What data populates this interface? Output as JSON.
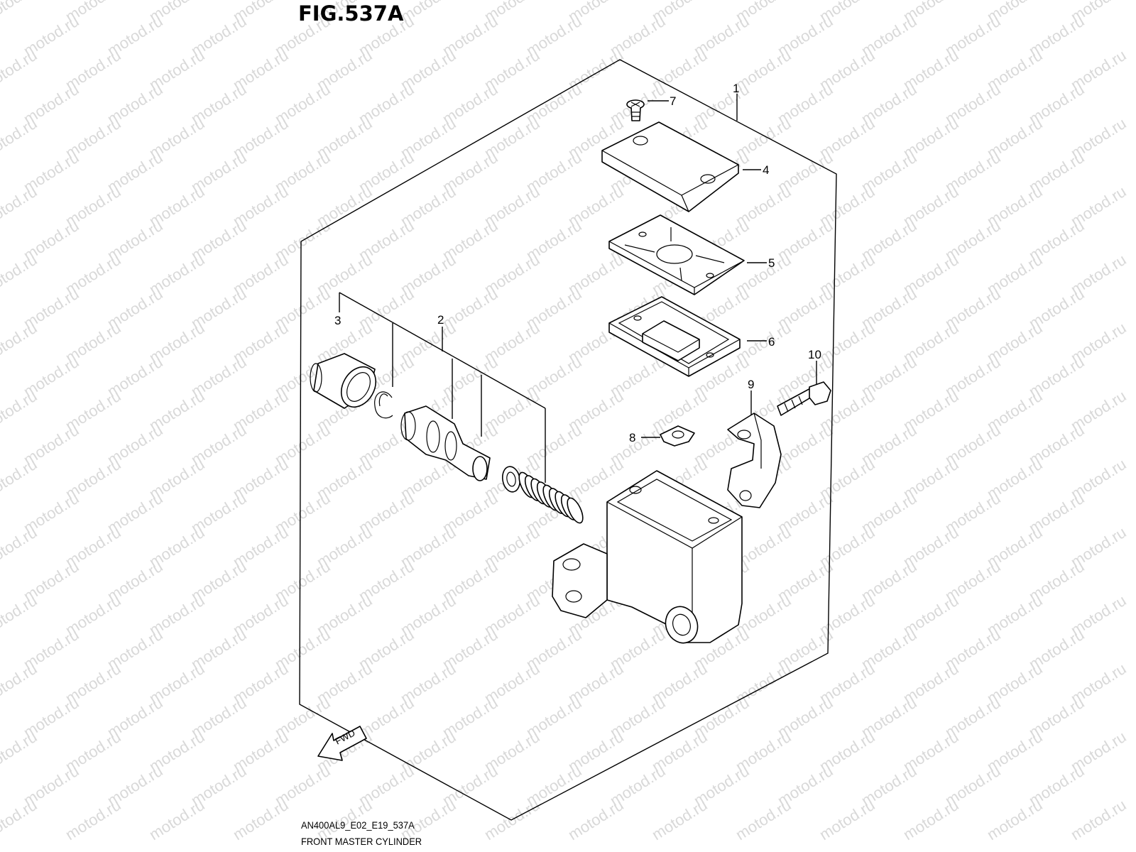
{
  "figure": {
    "title": "FIG.537A"
  },
  "watermark": {
    "text": "motod.ru"
  },
  "callouts": {
    "c1": "1",
    "c2": "2",
    "c3": "3",
    "c4": "4",
    "c5": "5",
    "c6": "6",
    "c7": "7",
    "c8": "8",
    "c9": "9",
    "c10": "10"
  },
  "fwd_arrow": {
    "label": "FWD"
  },
  "caption": {
    "code": "AN400AL9_E02_E19_537A",
    "name": "FRONT MASTER CYLINDER"
  }
}
